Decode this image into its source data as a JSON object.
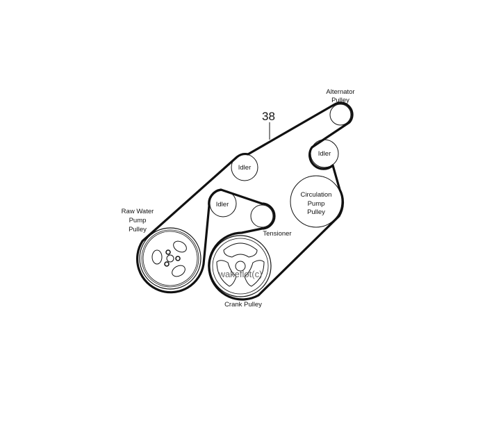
{
  "part_number": "38",
  "labels": {
    "alternator": [
      "Alternator",
      "Pulley"
    ],
    "idler_right": "Idler",
    "idler_top_left": "Idler",
    "idler_lower": "Idler",
    "circulation": [
      "Circulation",
      "Pump",
      "Pulley"
    ],
    "raw_water": [
      "Raw Water",
      "Pump",
      "Pulley"
    ],
    "tensioner": "Tensioner",
    "crank": "Crank Pulley"
  },
  "watermark": "wakeflot(c)",
  "colors": {
    "line": "#111111",
    "watermark": "#666666"
  }
}
